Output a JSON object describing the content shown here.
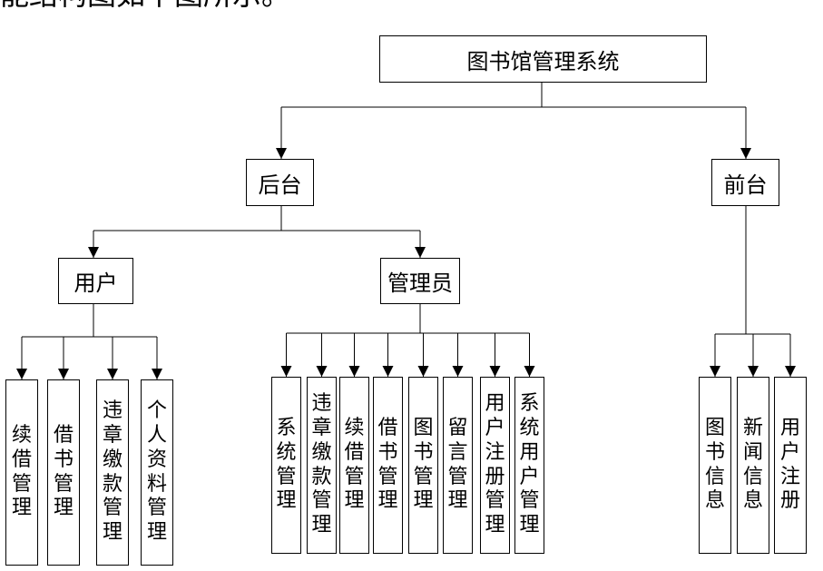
{
  "caption": "能结构图如下图所示。",
  "root": "图书馆管理系统",
  "backend": "后台",
  "frontend": "前台",
  "user": "用户",
  "admin": "管理员",
  "user_items": [
    "续借管理",
    "借书管理",
    "违章缴款管理",
    "个人资料管理"
  ],
  "admin_items": [
    "系统管理",
    "违章缴款管理",
    "续借管理",
    "借书管理",
    "图书管理",
    "留言管理",
    "用户注册管理",
    "系统用户管理"
  ],
  "front_items": [
    "图书信息",
    "新闻信息",
    "用户注册"
  ],
  "colors": {
    "line": "#000000",
    "box_border": "#000000",
    "background": "#ffffff"
  }
}
